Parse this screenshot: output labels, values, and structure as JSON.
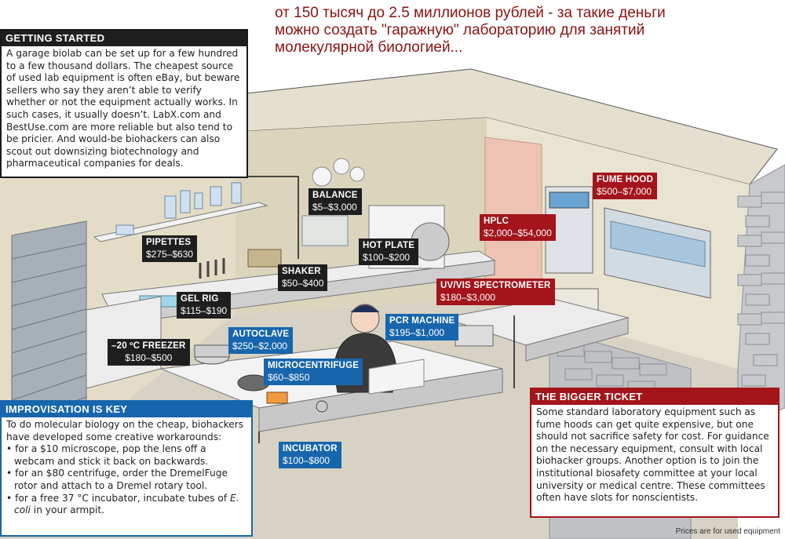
{
  "title_lines": [
    "от 150 тысяч до 2.5 миллионов рублей - за такие деньги",
    "можно создать \"гаражную\" лабораторию для занятий",
    "молекулярной биологией..."
  ],
  "getting_started": {
    "heading": "GETTING STARTED",
    "body": "A garage biolab can be set up for a few hundred to a few thousand dollars. The cheapest source of used lab equipment is often eBay, but beware sellers who say they aren’t able to verify whether or not the equipment actually works. In such cases, it usually doesn’t. LabX.com and BestUse.com are more reliable but also tend to be pricier. And would-be biohackers can also scout out downsizing biotechnology and pharmaceutical companies for deals."
  },
  "improvisation": {
    "heading": "IMPROVISATION IS KEY",
    "intro": "To do molecular biology on the cheap, biohackers have developed some creative workarounds:",
    "items": [
      "for a $10 microscope, pop the lens off a webcam and stick it back on backwards.",
      "for an $80 centrifuge, order the DremelFuge rotor and attach to a Dremel rotary tool."
    ],
    "item3_before": "for a free 37 °C incubator, incubate tubes of ",
    "item3_italic": "E. coli",
    "item3_after": " in your armpit."
  },
  "bigger_ticket": {
    "heading": "THE BIGGER TICKET",
    "body": "Some standard laboratory equipment such as fume hoods can get quite expensive, but one should not sacrifice safety for cost. For guidance on the necessary equipment, consult with local biohacker groups. Another option is to join the institutional biosafety committee at your local university or medical centre. These committees often have slots for nonscientists."
  },
  "labels": {
    "pipettes": {
      "name": "PIPETTES",
      "price": "$275–$630"
    },
    "gel_rig": {
      "name": "GEL RIG",
      "price": "$115–$190"
    },
    "freezer": {
      "name": "–20 ºC FREEZER",
      "price": "$180–$500"
    },
    "shaker": {
      "name": "SHAKER",
      "price": "$50–$400"
    },
    "balance": {
      "name": "BALANCE",
      "price": "$5–$3,000"
    },
    "hot_plate": {
      "name": "HOT PLATE",
      "price": "$100–$200"
    },
    "autoclave": {
      "name": "AUTOCLAVE",
      "price": "$250–$2,000"
    },
    "microcentrifuge": {
      "name": "MICROCENTRIFUGE",
      "price": "$60–$850"
    },
    "pcr": {
      "name": "PCR MACHINE",
      "price": "$195–$1,000"
    },
    "incubator": {
      "name": "INCUBATOR",
      "price": "$100–$800"
    },
    "hplc": {
      "name": "HPLC",
      "price": "$2,000–$54,000"
    },
    "uv_vis": {
      "name": "UV/VIS SPECTROMETER",
      "price": "$180–$3,000"
    },
    "fume_hood": {
      "name": "FUME HOOD",
      "price": "$500–$7,000"
    }
  },
  "footnote": "Prices are for used equipment",
  "colors": {
    "red_label": "#a3141b",
    "blue_label": "#1766ad",
    "black_label": "#1e1e1e",
    "title_red": "#8c1212"
  }
}
